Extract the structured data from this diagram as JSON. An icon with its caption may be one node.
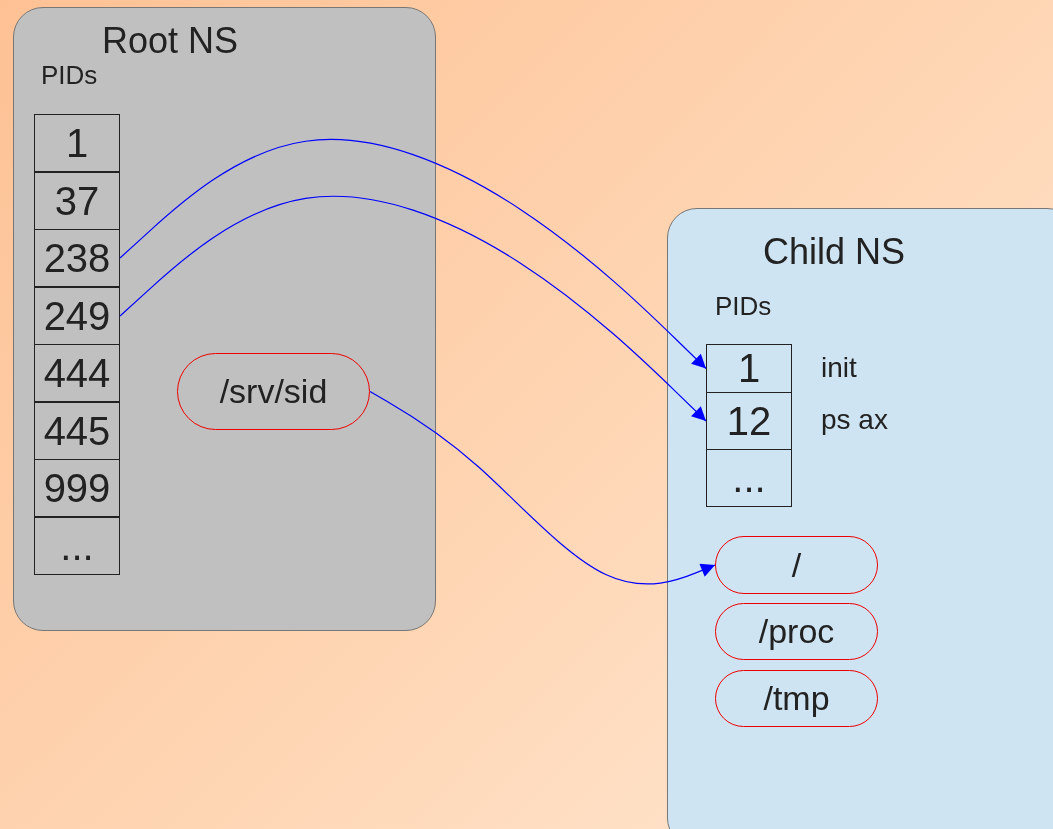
{
  "diagram": {
    "nodes": [
      {
        "text": [
          "Root NS",
          "PIDs"
        ]
      },
      {
        "text": [
          "1"
        ],
        "in": 0
      },
      {
        "text": [
          "37"
        ],
        "in": 0
      },
      {
        "text": [
          "238"
        ],
        "in": 0
      },
      {
        "text": [
          "249"
        ],
        "in": 0
      },
      {
        "text": [
          "444"
        ],
        "in": 0
      },
      {
        "text": [
          "445"
        ],
        "in": 0
      },
      {
        "text": [
          "999"
        ],
        "in": 0
      },
      {
        "text": [
          "..."
        ],
        "in": 0
      },
      {
        "text": [
          "/srv/sid"
        ],
        "in": 0
      },
      {
        "text": [
          "Child NS",
          "PIDs"
        ]
      },
      {
        "text": [
          "1"
        ],
        "in": 10,
        "beside": [
          "init"
        ]
      },
      {
        "text": [
          "12"
        ],
        "in": 10,
        "beside": [
          "ps ax"
        ]
      },
      {
        "text": [
          "..."
        ],
        "in": 10
      },
      {
        "text": [
          "/"
        ],
        "in": 10
      },
      {
        "text": [
          "/proc"
        ],
        "in": 10
      },
      {
        "text": [
          "/tmp"
        ],
        "in": 10
      }
    ],
    "edges": [
      {
        "from": 3,
        "to": 11,
        "arrow": "to"
      },
      {
        "from": 4,
        "to": 12,
        "arrow": "to"
      },
      {
        "from": 9,
        "to": 14,
        "arrow": "to"
      }
    ]
  }
}
